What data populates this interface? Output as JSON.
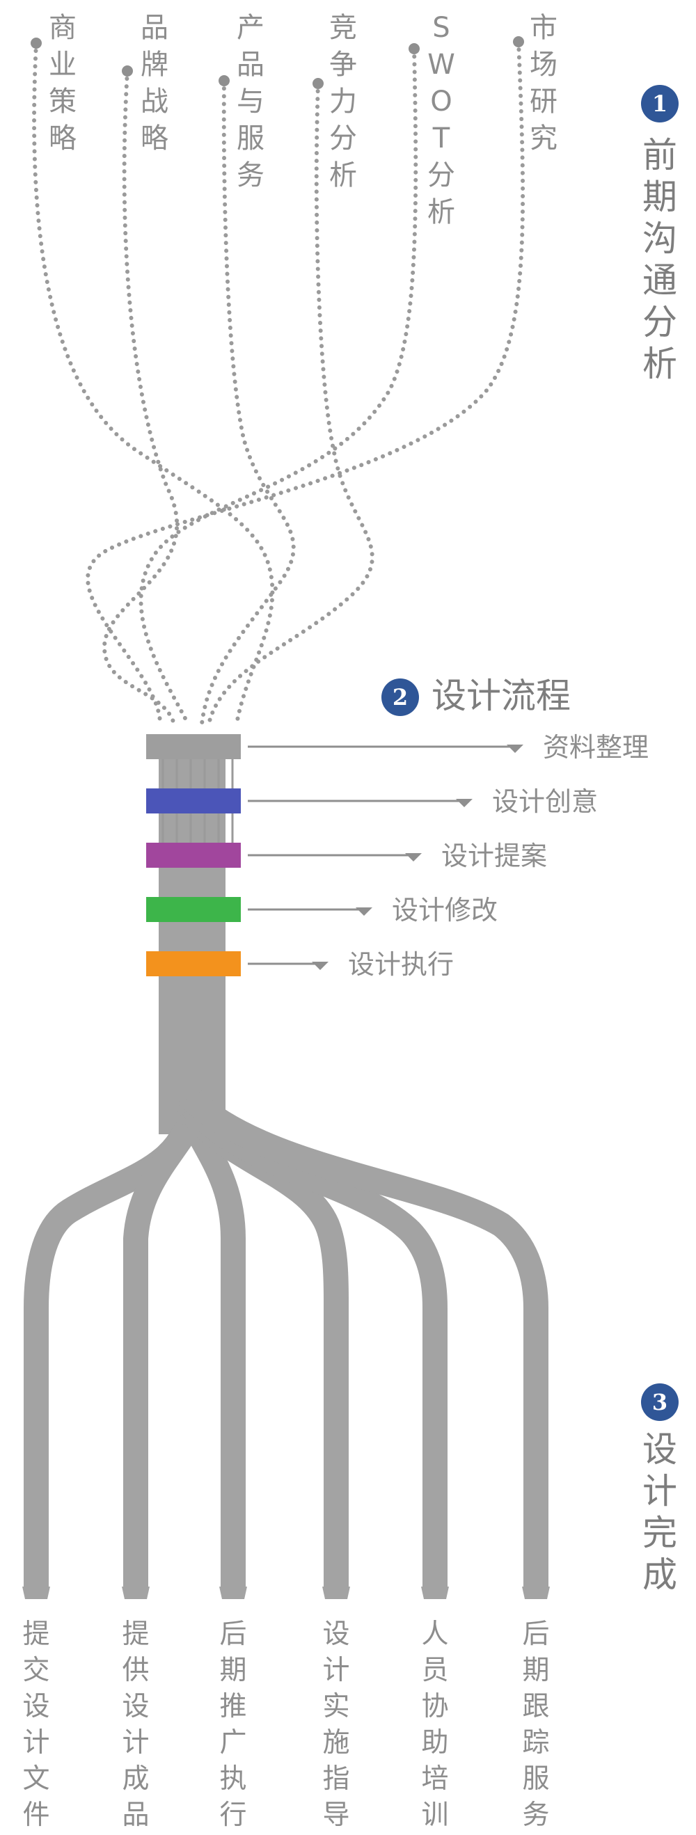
{
  "stages": {
    "stage1": {
      "number": "1",
      "title": "前期沟通分析"
    },
    "stage2": {
      "number": "2",
      "title": "设计流程"
    },
    "stage3": {
      "number": "3",
      "title": "设计完成"
    }
  },
  "top_items": [
    "商业策略",
    "品牌战略",
    "产品与服务",
    "竞争力分析",
    "SWOT分析",
    "市场研究"
  ],
  "process_steps": [
    {
      "label": "资料整理",
      "color": "#9e9e9e"
    },
    {
      "label": "设计创意",
      "color": "#4b55b8"
    },
    {
      "label": "设计提案",
      "color": "#a1469d"
    },
    {
      "label": "设计修改",
      "color": "#3db54a"
    },
    {
      "label": "设计执行",
      "color": "#f3921d"
    }
  ],
  "bottom_items": [
    "提交设计文件",
    "提供设计成品",
    "后期推广执行",
    "设计实施指导",
    "人员协助培训",
    "后期跟踪服务"
  ],
  "colors": {
    "trunk": "#a3a3a3",
    "badge": "#2f5697",
    "text": "#8d8d8d"
  }
}
